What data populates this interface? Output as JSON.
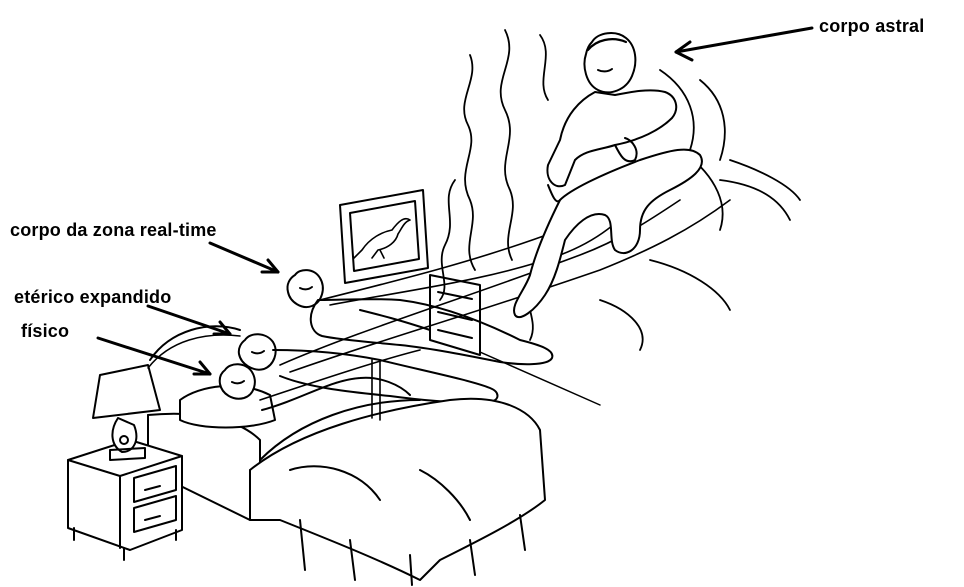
{
  "labels": {
    "astral": "corpo astral",
    "zona": "corpo da zona real-time",
    "eterico": "etérico expandido",
    "fisico": "físico"
  },
  "colors": {
    "background": "#ffffff",
    "ink": "#000000"
  }
}
